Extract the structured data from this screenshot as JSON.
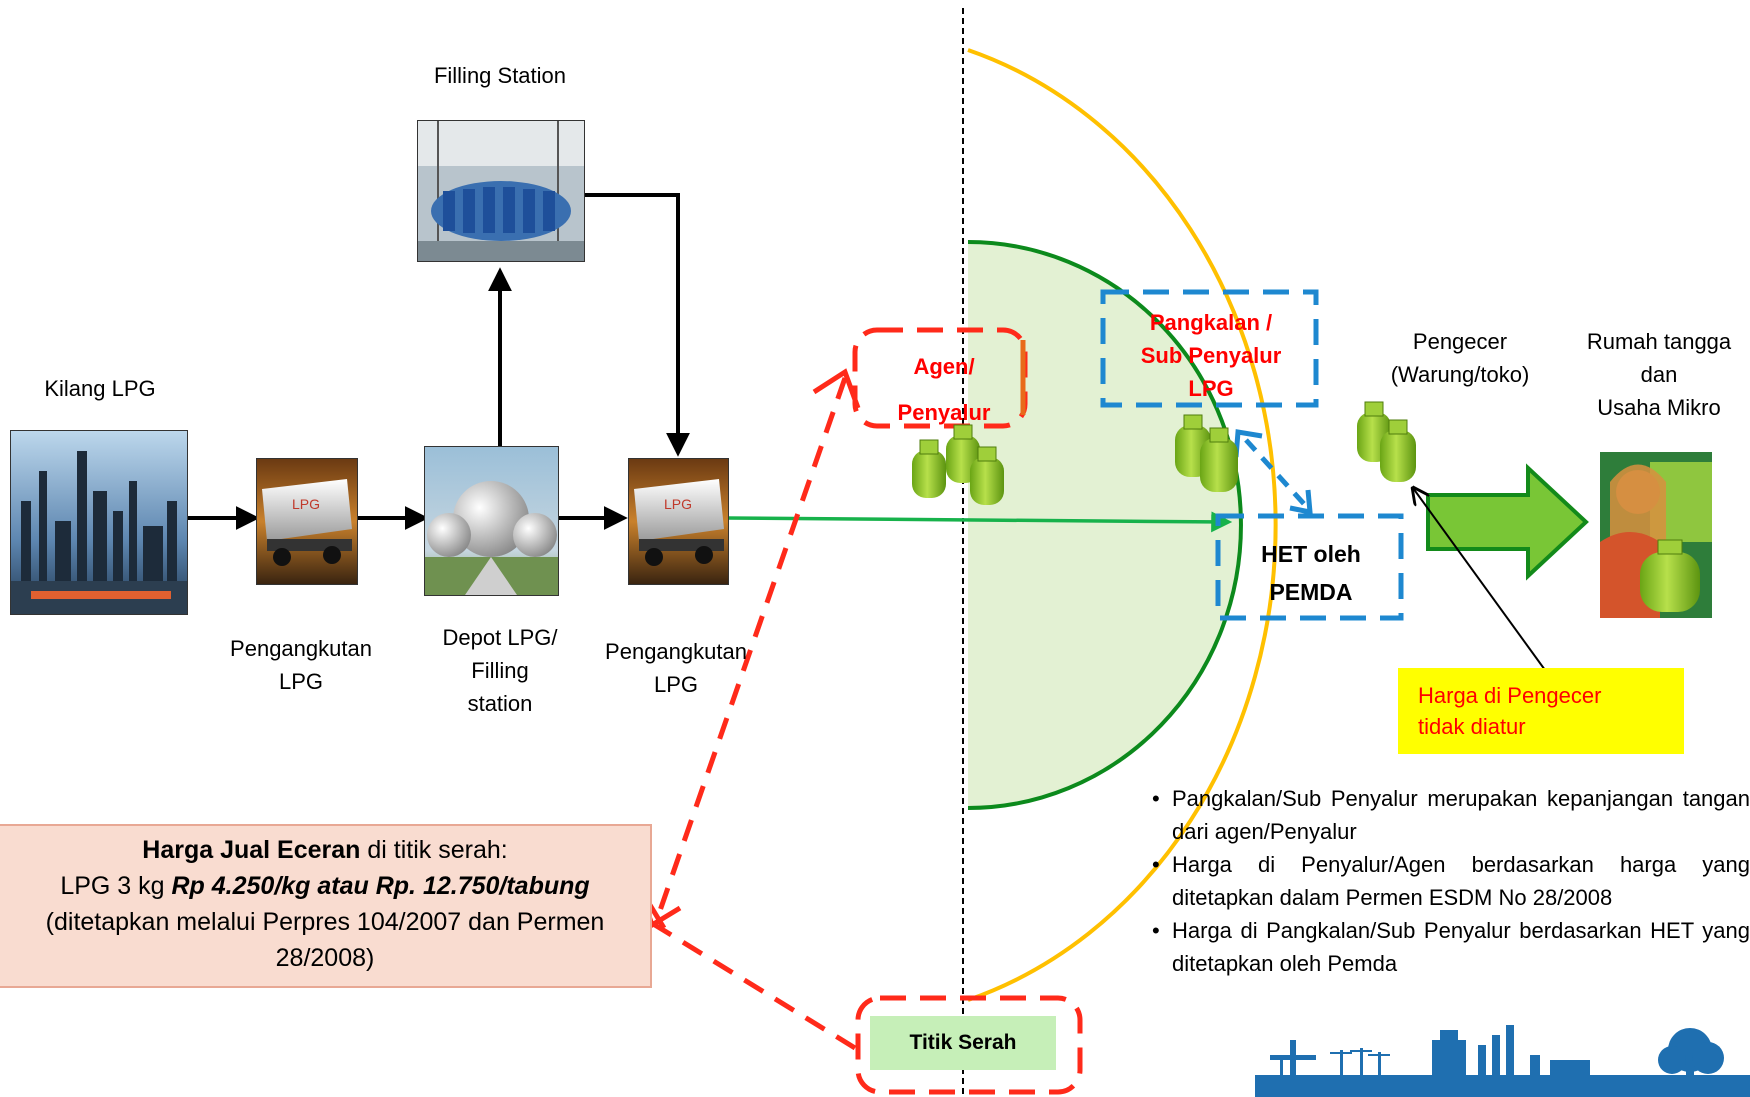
{
  "labels": {
    "filling_station": "Filling Station",
    "kilang": "Kilang LPG",
    "pengangkutan_1": [
      "Pengangkutan",
      "LPG"
    ],
    "depot": [
      "Depot LPG/",
      "Filling",
      "station"
    ],
    "pengangkutan_2": [
      "Pengangkutan",
      "LPG"
    ],
    "agen": [
      "Agen/",
      "Penyalur"
    ],
    "pangkalan": [
      "Pangkalan /",
      "Sub Penyalur",
      "LPG"
    ],
    "pengecer": [
      "Pengecer",
      "(Warung/toko)"
    ],
    "rumah_tangga": [
      "Rumah tangga",
      "dan",
      "Usaha Mikro"
    ],
    "het": [
      "HET oleh",
      "PEMDA"
    ],
    "harga_pengecer": [
      "Harga di Pengecer",
      "tidak diatur"
    ],
    "titik_serah": "Titik Serah",
    "tank_truck_text": "LPG"
  },
  "harga_box": {
    "line1_bold": "Harga Jual Eceran",
    "line1_rest": " di titik serah:",
    "line2_prefix": "LPG 3 kg ",
    "line2_bold": "Rp 4.250/kg atau Rp. 12.750/tabung",
    "line3": "(ditetapkan melalui Perpres 104/2007 dan Permen",
    "line4": "28/2008)"
  },
  "bullets": [
    "Pangkalan/Sub Penyalur merupakan kepanjangan tangan dari agen/Penyalur",
    "Harga di Penyalur/Agen berdasarkan harga yang ditetapkan dalam Permen ESDM No 28/2008",
    "Harga di Pangkalan/Sub Penyalur berdasarkan HET yang ditetapkan oleh Pemda"
  ],
  "colors": {
    "arrow_black": "#000000",
    "green_line": "#17b24b",
    "green_circle": "#0c8a1c",
    "green_fill": "#e3f1d3",
    "yellow_circle": "#ffc000",
    "red_dash": "#ff2a1a",
    "blue_dash": "#1e88d0",
    "big_arrow_fill": "#79c636",
    "big_arrow_stroke": "#138a1a",
    "note_yellow": "#ffff00",
    "harga_box_bg": "#f9dcd0"
  }
}
